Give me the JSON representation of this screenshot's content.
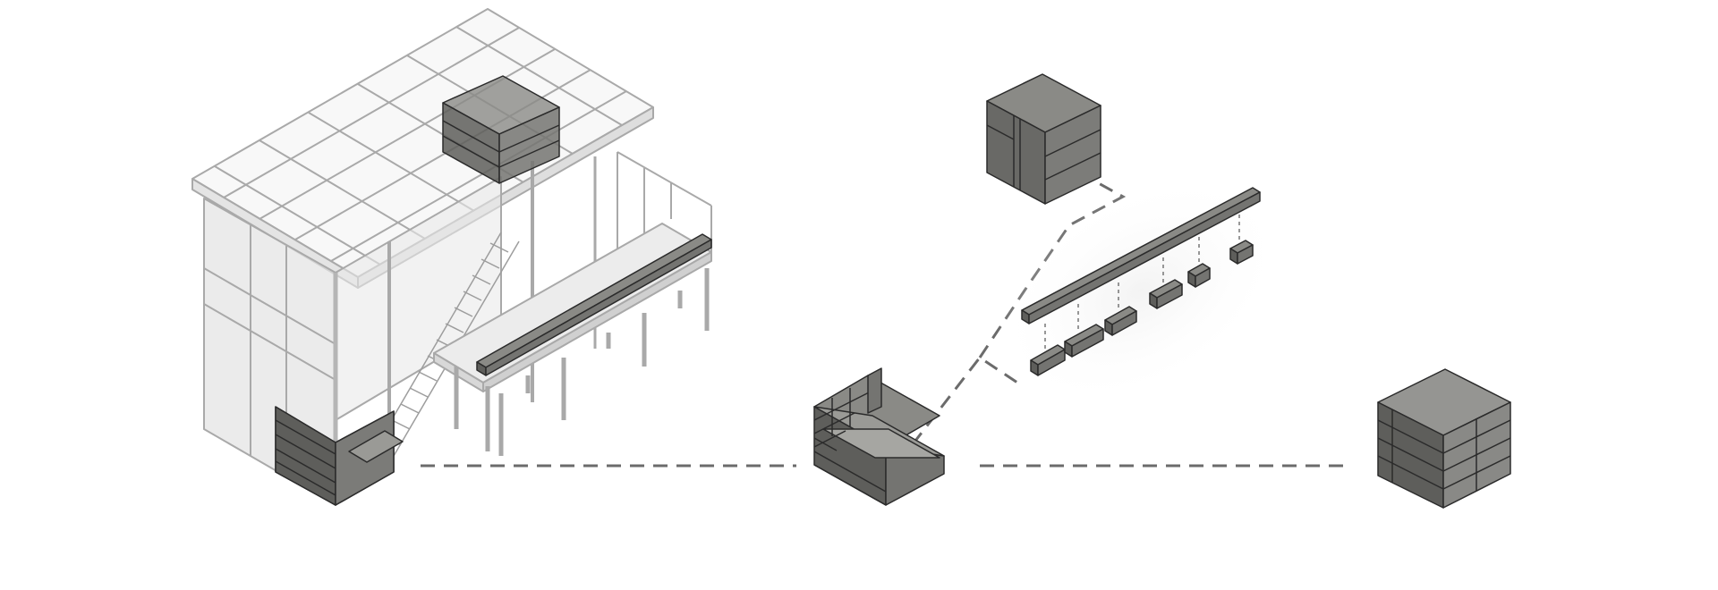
{
  "diagram": {
    "connector_color": "#6b6b6b",
    "wire_color": "#a8a8a8",
    "solid_top": "#8a8a86",
    "solid_left": "#5e5e5b",
    "solid_right": "#747471",
    "edge_color": "#2b2b2b",
    "components": [
      {
        "name": "building-frame"
      },
      {
        "name": "bench-seating-module"
      },
      {
        "name": "roof-box-module"
      },
      {
        "name": "deck-bench-assembly"
      },
      {
        "name": "stacked-block-module"
      }
    ]
  }
}
